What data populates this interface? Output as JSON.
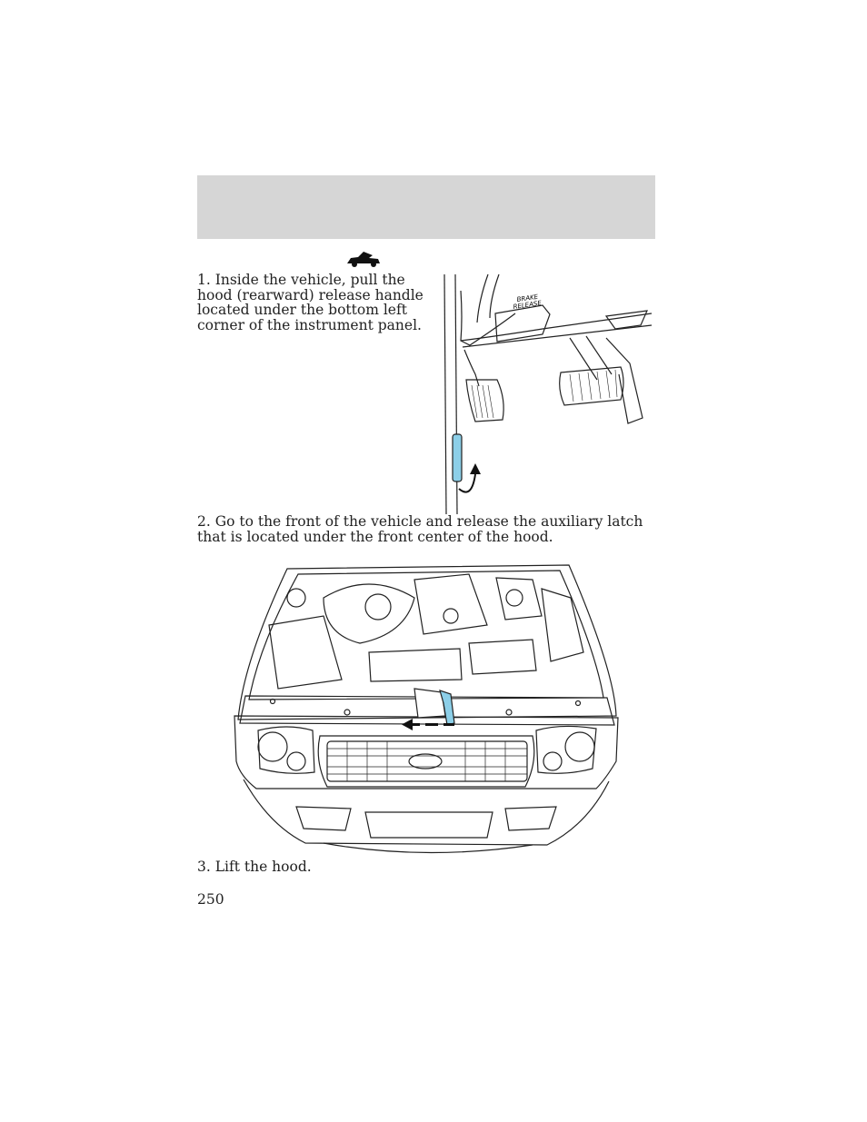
{
  "icons": {
    "hood": "vehicle-hood-open-icon",
    "release_handle": "hood-release-handle-icon",
    "arrow": "pull-arrow-icon"
  },
  "colors": {
    "header_band": "#d6d6d6",
    "handle_highlight": "#8ccfe8"
  },
  "steps": [
    {
      "text": "1. Inside the vehicle, pull the hood (rearward) release handle located under the bottom left corner of the instrument panel."
    },
    {
      "text": "2. Go to the front of the vehicle and release the auxiliary latch that is located under the front center of the hood."
    },
    {
      "text": "3. Lift the hood."
    }
  ],
  "figure1": {
    "labels": [
      "BRAKE",
      "RELEASE"
    ]
  },
  "page_number": "250"
}
